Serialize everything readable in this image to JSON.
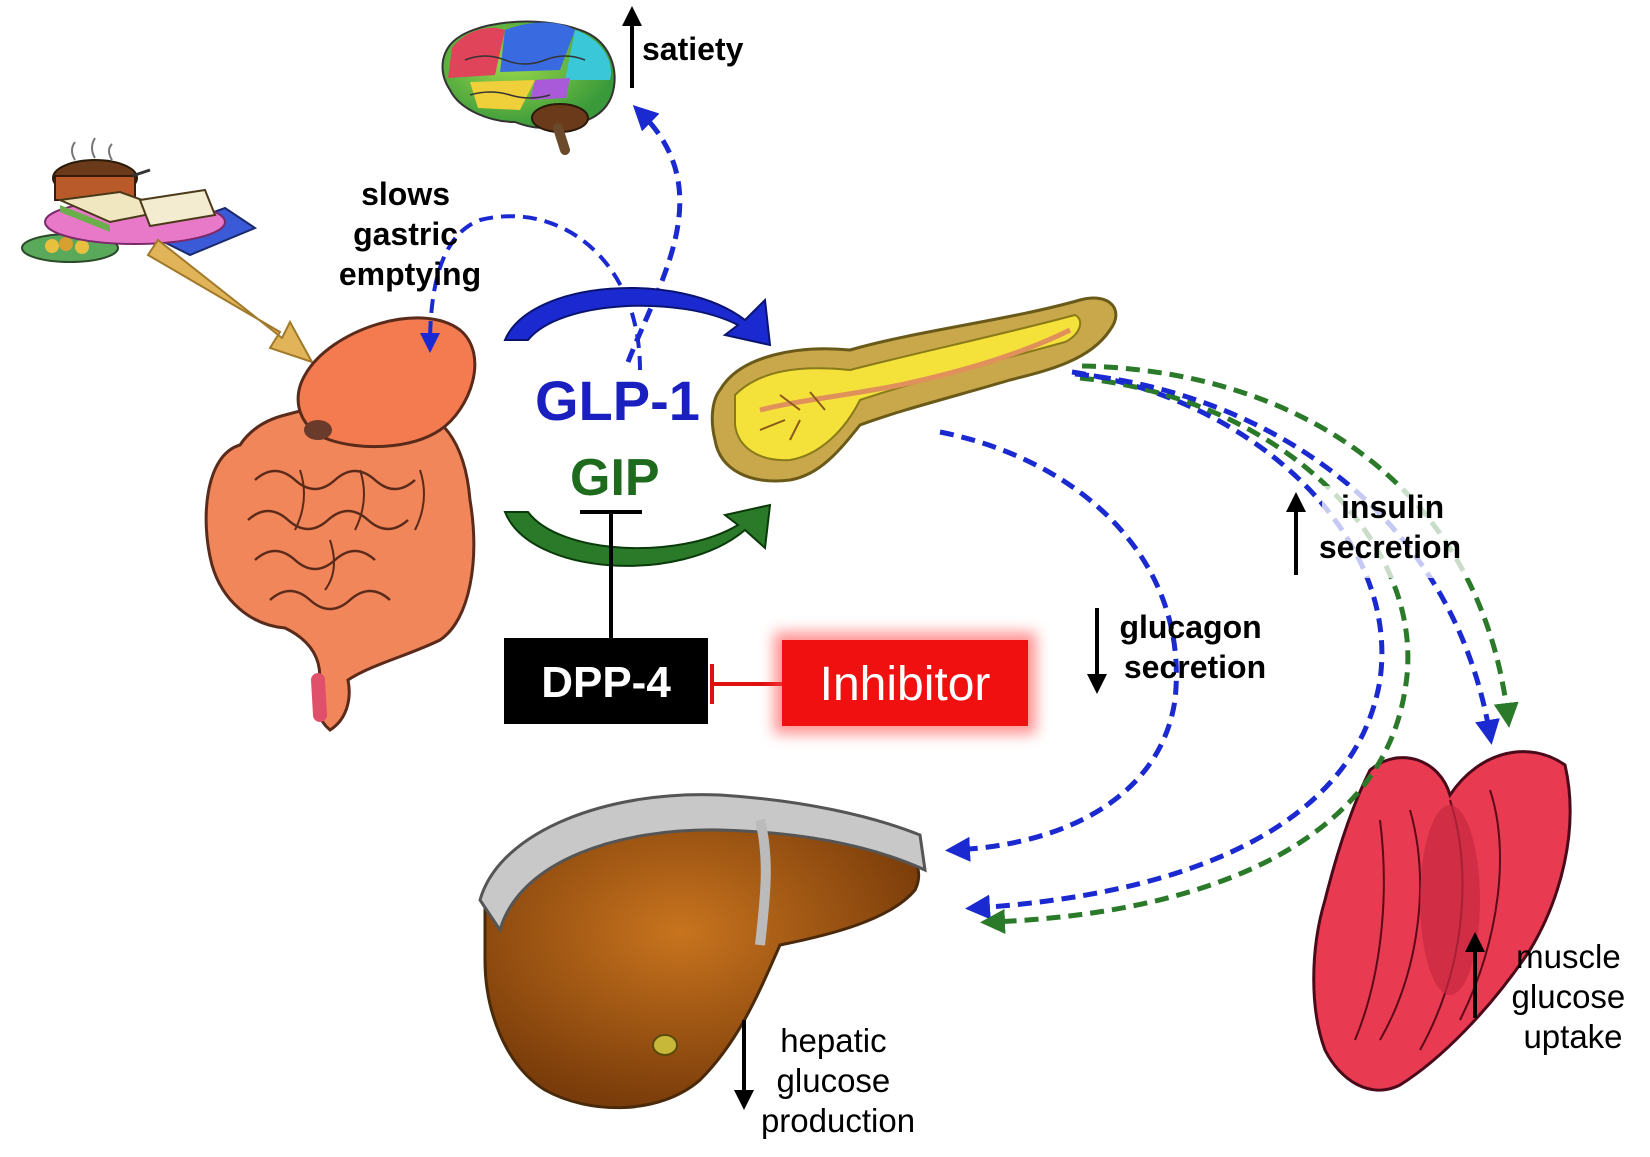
{
  "labels": {
    "satiety": "satiety",
    "gastric_line1": "slows",
    "gastric_line2": "gastric",
    "gastric_line3": "emptying",
    "glp1": "GLP-1",
    "gip": "GIP",
    "dpp4": "DPP-4",
    "inhibitor": "Inhibitor",
    "glucagon_line1": "glucagon",
    "glucagon_line2": "secretion",
    "insulin_line1": "insulin",
    "insulin_line2": "secretion",
    "hepatic_line1": "hepatic",
    "hepatic_line2": "glucose",
    "hepatic_line3": "production",
    "muscle_line1": "muscle",
    "muscle_line2": "glucose",
    "muscle_line3": "uptake"
  },
  "colors": {
    "glp1": "#1a1fc0",
    "gip": "#1e6b1e",
    "inhibitor_fill": "#f01010",
    "dpp4_fill": "#000000",
    "blue_arrow": "#1a2ad0",
    "green_arrow": "#2a7a2a",
    "gut": "#f0865a",
    "stomach": "#f47a50",
    "pancreas": "#f4e23a",
    "liver": "#a85a14",
    "muscle": "#e83a50",
    "food_arrow": "#e2b45a"
  }
}
